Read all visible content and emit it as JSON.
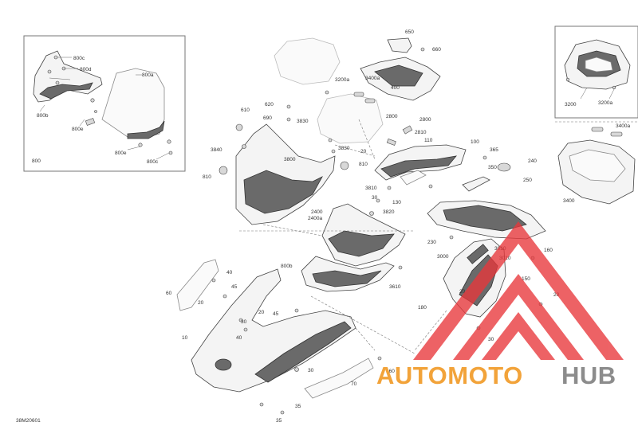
{
  "diagram_code": "38M20601",
  "watermark": {
    "text_part1": "AUTOMOTO",
    "text_part2": "HUB",
    "color_orange": "#f2a33a",
    "color_gray": "#8c8c8c",
    "color_red": "#e8373b"
  },
  "labels": {
    "windshield_inset": [
      "800c",
      "800d",
      "800a",
      "800b",
      "800e",
      "800e",
      "800c",
      "800"
    ],
    "top_right_inset": [
      "3200",
      "3200a"
    ],
    "mid_right_inset": [
      "3400a",
      "3400"
    ],
    "main": [
      "650",
      "660",
      "3200a",
      "3400a",
      "400",
      "620",
      "610",
      "690",
      "3830",
      "3840",
      "3800",
      "810",
      "3830",
      "810",
      "2800",
      "2810",
      "110",
      "2800",
      "100",
      "365",
      "350",
      "240",
      "250",
      "3810",
      "130",
      "2400",
      "2400a",
      "3820",
      "230",
      "3000",
      "3010",
      "3010",
      "3610",
      "800b",
      "160",
      "150",
      "20",
      "180",
      "20",
      "30",
      "60",
      "40",
      "45",
      "20",
      "20",
      "45",
      "30",
      "10",
      "40",
      "30",
      "70",
      "160",
      "35",
      "35",
      "20",
      "30"
    ]
  }
}
